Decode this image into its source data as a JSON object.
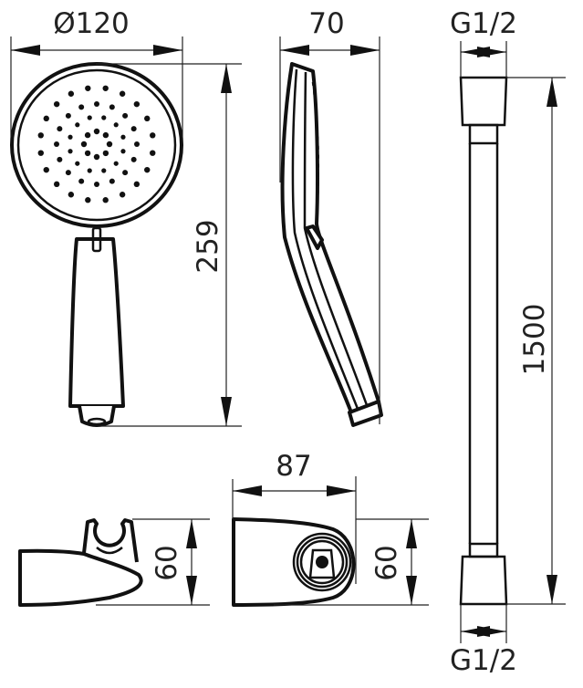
{
  "dimensions": {
    "head_diameter": "Ø120",
    "handshower_length": "259",
    "handshower_depth": "70",
    "hose_top_thread": "G1/2",
    "hose_length": "1500",
    "hose_bottom_thread": "G1/2",
    "holder_width": "87",
    "holder_height_side": "60",
    "holder_height_front": "60"
  },
  "colors": {
    "line": "#111111",
    "background": "#ffffff"
  }
}
